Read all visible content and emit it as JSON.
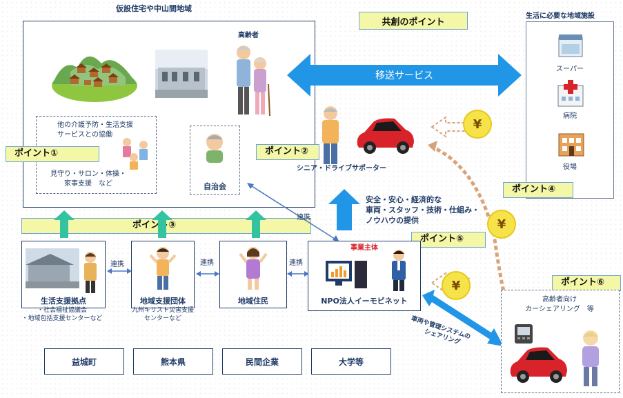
{
  "titles": {
    "area": "仮設住宅や中山間地域",
    "facilities": "生活に必要な地域施設",
    "kyoso": "共創のポイント"
  },
  "area": {
    "elderly": "高齢者",
    "coop_line1": "他の介護予防・生活支援",
    "coop_line2": "サービスとの協働",
    "watch_line1": "見守り・サロン・体操・",
    "watch_line2": "家事支援　など",
    "jichikai": "自治会"
  },
  "transport": "移送サービス",
  "facilities": [
    "スーパー",
    "病院",
    "役場"
  ],
  "points": {
    "p1": "ポイント①",
    "p2": "ポイント②",
    "p3": "ポイント③",
    "p4": "ポイント④",
    "p5": "ポイント⑤",
    "p6": "ポイント⑥"
  },
  "senior_driver": "シニア・ドライブサポーター",
  "provide": {
    "line1": "安全・安心・経済的な",
    "line2": "車両・スタッフ・技術・仕組み・",
    "line3": "ノウハウの提供"
  },
  "renkei": "連携",
  "yen": "¥",
  "entities": {
    "base": "生活支援拠点",
    "base_sub1": "・社会福祉協議会",
    "base_sub2": "・地域包括支援センターなど",
    "group": "地域支援団体",
    "group_sub1": "九州キリスト災害支援",
    "group_sub2": "センターなど",
    "residents": "地域住民",
    "main_label": "事業主体",
    "npo": "NPO法人イーモビネット"
  },
  "sharing": {
    "line1": "車両や管理システムの",
    "line2": "シェアリング"
  },
  "carshare": {
    "line1": "高齢者向け",
    "line2": "カーシェアリング　等"
  },
  "orgs": [
    "益城町",
    "熊本県",
    "民間企業",
    "大学等"
  ],
  "colors": {
    "navy": "#1f3b66",
    "arrow_blue": "#2196e6",
    "point_fill": "#f4f7a6",
    "yen_fill": "#f6e34a",
    "car_red": "#d8232a"
  }
}
